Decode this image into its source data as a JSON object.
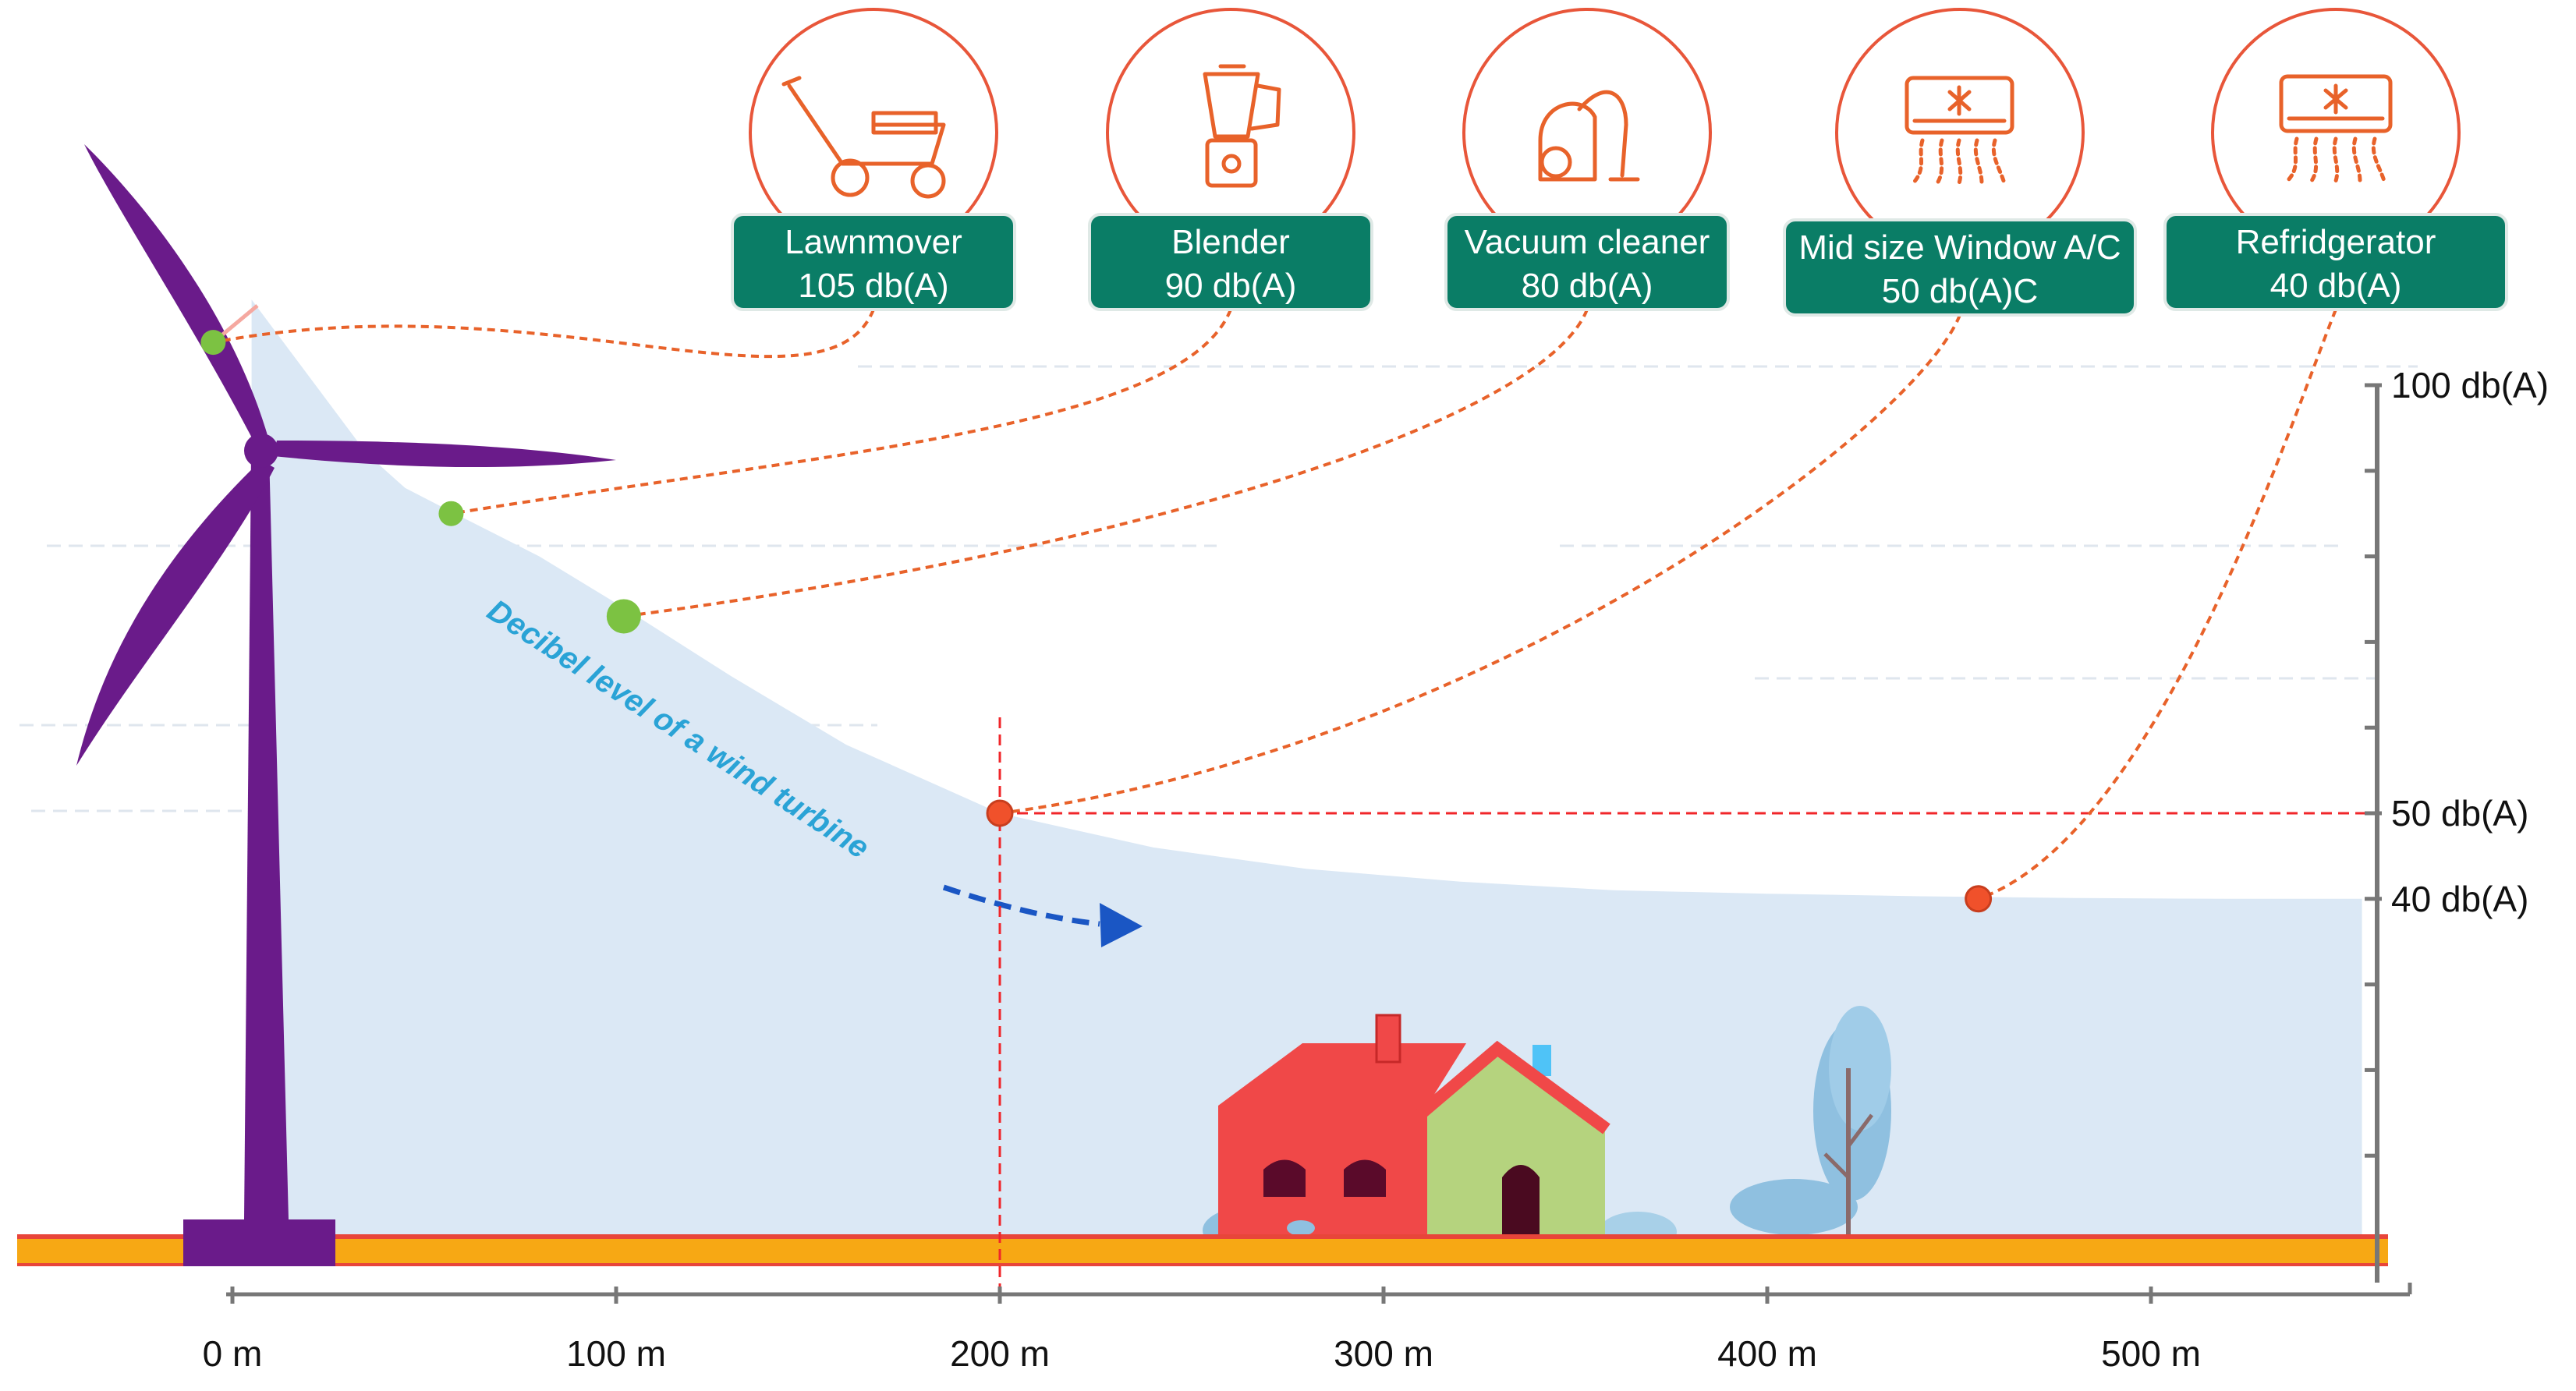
{
  "chart_data": {
    "type": "area",
    "title": "",
    "xlabel": "",
    "ylabel": "",
    "x_ticks": [
      "0 m",
      "100 m",
      "200 m",
      "300 m",
      "400 m",
      "500 m"
    ],
    "x_range": [
      0,
      560
    ],
    "y_range": [
      0,
      100
    ],
    "y_ticks_labeled": [
      {
        "value": 100,
        "label": "100 db(A)"
      },
      {
        "value": 50,
        "label": "50 db(A)"
      },
      {
        "value": 40,
        "label": "40 db(A)"
      }
    ],
    "y_minor_ticks": [
      90,
      80,
      70,
      60,
      30,
      20,
      10
    ],
    "curve_label": "Decibel level of a wind turbine",
    "series": [
      {
        "x": [
          5,
          20,
          35,
          45,
          58,
          80,
          102,
          130,
          160,
          200,
          240,
          280,
          320,
          360,
          400,
          440,
          480,
          520,
          555
        ],
        "y": [
          110,
          101,
          92,
          88,
          85,
          80,
          74,
          66,
          58,
          50,
          46,
          43.5,
          42,
          41,
          40.6,
          40.3,
          40.1,
          40,
          40
        ]
      }
    ],
    "reference_points": [
      {
        "label": "Lawnmover",
        "value_label": "105 db(A)",
        "x": -5,
        "y": 105
      },
      {
        "label": "Blender",
        "value_label": "90 db(A)",
        "x": 57,
        "y": 85
      },
      {
        "label": "Vacuum cleaner",
        "value_label": "80 db(A)",
        "x": 102,
        "y": 73
      },
      {
        "label": "Mid size Window A/C",
        "value_label": "50 db(A)C",
        "x": 200,
        "y": 50
      },
      {
        "label": "Refridgerator",
        "value_label": "40 db(A)",
        "x": 455,
        "y": 40
      }
    ],
    "crosshair": {
      "x": 200,
      "y": 50
    }
  },
  "colors": {
    "area_fill": "#dbe8f5",
    "label_box": "#0a7d66",
    "circle_stroke": "#e8563a",
    "connector": "#e8622a",
    "point_green": "#7cc242",
    "point_orange": "#f0512b",
    "crosshair": "#f0262a",
    "turbine": "#6a1b8a",
    "ground": "#f7a814",
    "ground_edge": "#e8453a",
    "axis": "#777777",
    "curve_label": "#2aa3d6",
    "arrow": "#1a56c4"
  },
  "icons": [
    "lawnmower-icon",
    "blender-icon",
    "vacuum-cleaner-icon",
    "window-ac-icon",
    "refrigerator-icon"
  ]
}
